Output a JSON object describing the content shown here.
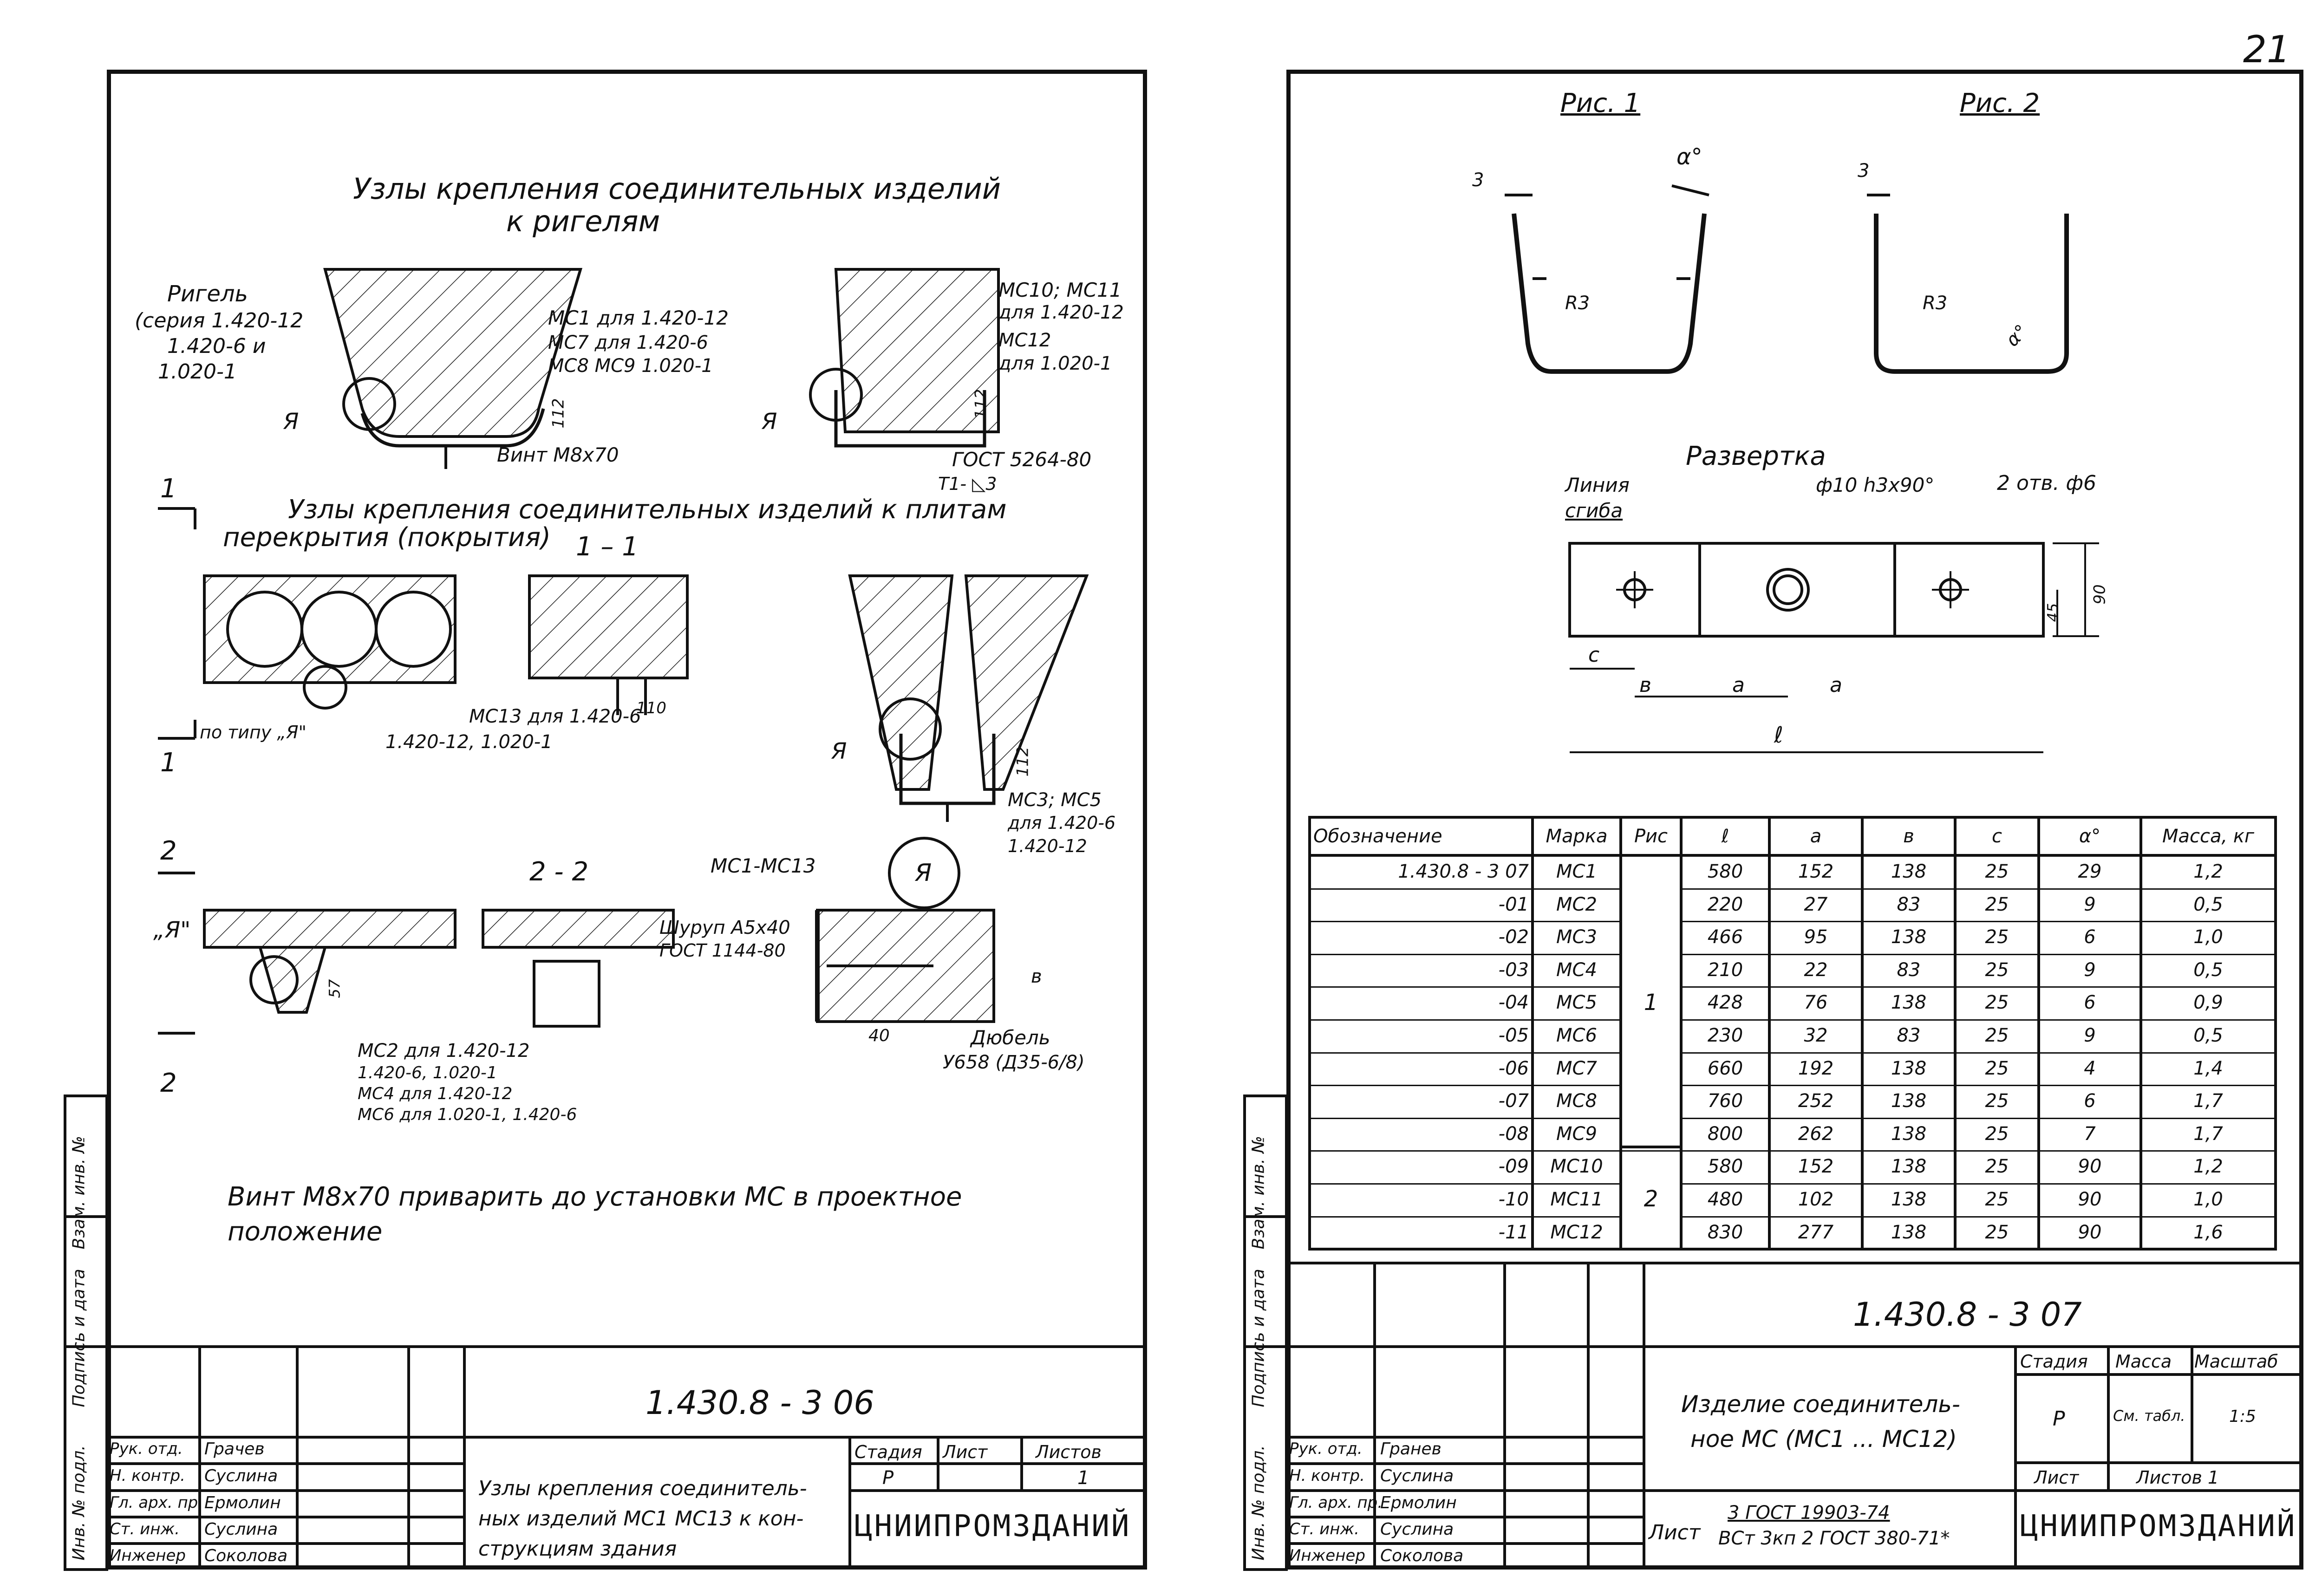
{
  "page_number": "21",
  "left_sheet": {
    "title_line1": "Узлы крепления соединительных изделий",
    "title_line2": "к ригелям",
    "rigel_label": "Ригель",
    "rigel_series_1": "(серия 1.420-12",
    "rigel_series_2": "1.420-6 и",
    "rigel_series_3": "1.020-1",
    "ms1_note_1": "МС1 для 1.420-12",
    "ms1_note_2": "МС7 для 1.420-6",
    "ms1_note_3": "МС8 МС9 1.020-1",
    "dim_112_a": "112",
    "mark_ya_1": "Я",
    "bolt_label": "Винт М8х70",
    "ms10_note_1": "МС10; МС11",
    "ms10_note_2": "для 1.420-12",
    "ms10_note_3": "МС12",
    "ms10_note_4": "для 1.020-1",
    "dim_112_b": "112",
    "mark_ya_2": "Я",
    "gost_weld": "ГОСТ 5264-80",
    "weld_sym": "Т1- ◺3",
    "section_mark_1": "1",
    "subtitle_2_line1": "Узлы крепления соединительных изделий к плитам",
    "subtitle_2_line2": "перекрытия (покрытия)",
    "section_1_1": "1 – 1",
    "po_tipu": "по типу „Я\"",
    "ms13_note_1": "МС13 для 1.420-6",
    "ms13_note_2": "1.420-12, 1.020-1",
    "dim_110": "110",
    "section_mark_1b": "1",
    "mark_ya_3": "Я",
    "dim_112_c": "112",
    "ms3_note_1": "МС3; МС5",
    "ms3_note_2": "для 1.420-6",
    "ms3_note_3": "1.420-12",
    "section_mark_2": "2",
    "section_2_2": "2 - 2",
    "ms1_ms13": "МС1-МС13",
    "callout_ya": "Я",
    "mark_ya_quote": "„Я\"",
    "dim_57": "57",
    "shurup_1": "Шуруп А5х40",
    "shurup_2": "ГОСТ 1144-80",
    "dim_v": "в",
    "dim_40": "40",
    "dubel_1": "Дюбель",
    "dubel_2": "У658 (Д35-6/8)",
    "section_mark_2b": "2",
    "ms2_note_1": "МС2 для 1.420-12",
    "ms2_note_2": "1.420-6, 1.020-1",
    "ms2_note_3": "МС4 для 1.420-12",
    "ms2_note_4": "МС6 для 1.020-1, 1.420-6",
    "footnote_1": "Винт М8х70 приварить до установки МС в проектное",
    "footnote_2": "положение",
    "side_stamp": [
      "Инв. № подл.",
      "Подпись и дата",
      "Взам. инв. №"
    ],
    "title_block": {
      "code": "1.430.8 - 3 06",
      "roles": [
        "Рук. отд.",
        "Н. контр.",
        "Гл. арх. пр.",
        "Ст. инж.",
        "Инженер"
      ],
      "names": [
        "Грачев",
        "Суслина",
        "Ермолин",
        "Суслина",
        "Соколова"
      ],
      "stage_label": "Стадия",
      "sheet_label": "Лист",
      "sheets_label": "Листов",
      "stage": "Р",
      "sheets": "1",
      "description_1": "Узлы крепления соединитель-",
      "description_2": "ных изделий МС1 МС13 к кон-",
      "description_3": "струкциям здания",
      "org": "ЦНИИПРОМЗДАНИЙ"
    }
  },
  "right_sheet": {
    "fig1_title": "Рис. 1",
    "fig2_title": "Рис. 2",
    "fig1_dim_3": "3",
    "fig1_alpha": "α°",
    "fig1_r3": "R3",
    "fig2_dim_3": "3",
    "fig2_r3": "R3",
    "fig2_alpha": "α°",
    "razvertka": "Развертка",
    "fold_line_1": "Линия",
    "fold_line_2": "сгиба",
    "hole_center": "ф10 h3х90°",
    "hole_side": "2 отв. ф6",
    "dim_45": "45",
    "dim_90": "90",
    "dim_c": "с",
    "dim_b": "в",
    "dim_a1": "а",
    "dim_a2": "а",
    "dim_l": "ℓ",
    "table": {
      "headers": [
        "Обозначение",
        "Марка",
        "Рис",
        "ℓ",
        "а",
        "в",
        "с",
        "α°",
        "Масса, кг"
      ],
      "rows": [
        [
          "1.430.8 - 3 07",
          "МС1",
          "",
          "580",
          "152",
          "138",
          "25",
          "29",
          "1,2"
        ],
        [
          "-01",
          "МС2",
          "",
          "220",
          "27",
          "83",
          "25",
          "9",
          "0,5"
        ],
        [
          "-02",
          "МС3",
          "",
          "466",
          "95",
          "138",
          "25",
          "6",
          "1,0"
        ],
        [
          "-03",
          "МС4",
          "",
          "210",
          "22",
          "83",
          "25",
          "9",
          "0,5"
        ],
        [
          "-04",
          "МС5",
          "1",
          "428",
          "76",
          "138",
          "25",
          "6",
          "0,9"
        ],
        [
          "-05",
          "МС6",
          "",
          "230",
          "32",
          "83",
          "25",
          "9",
          "0,5"
        ],
        [
          "-06",
          "МС7",
          "",
          "660",
          "192",
          "138",
          "25",
          "4",
          "1,4"
        ],
        [
          "-07",
          "МС8",
          "",
          "760",
          "252",
          "138",
          "25",
          "6",
          "1,7"
        ],
        [
          "-08",
          "МС9",
          "",
          "800",
          "262",
          "138",
          "25",
          "7",
          "1,7"
        ],
        [
          "-09",
          "МС10",
          "",
          "580",
          "152",
          "138",
          "25",
          "90",
          "1,2"
        ],
        [
          "-10",
          "МС11",
          "2",
          "480",
          "102",
          "138",
          "25",
          "90",
          "1,0"
        ],
        [
          "-11",
          "МС12",
          "",
          "830",
          "277",
          "138",
          "25",
          "90",
          "1,6"
        ]
      ]
    },
    "side_stamp": [
      "Инв. № подл.",
      "Подпись и дата",
      "Взам. инв. №"
    ],
    "title_block": {
      "code": "1.430.8 - 3 07",
      "roles": [
        "Рук. отд.",
        "Н. контр.",
        "Гл. арх. пр.",
        "Ст. инж.",
        "Инженер"
      ],
      "names": [
        "Гранев",
        "Суслина",
        "Ермолин",
        "Суслина",
        "Соколова"
      ],
      "description_1": "Изделие соединитель-",
      "description_2": "ное МС (МС1 ... МС12)",
      "stage_label": "Стадия",
      "mass_label": "Масса",
      "scale_label": "Масштаб",
      "stage": "Р",
      "mass": "См. табл.",
      "scale": "1:5",
      "sheet_label": "Лист",
      "sheets_label": "Листов 1",
      "material_label": "Лист",
      "material_1": "3 ГОСТ 19903-74",
      "material_2": "ВСт 3кп 2 ГОСТ 380-71*",
      "org": "ЦНИИПРОМЗДАНИЙ"
    }
  }
}
